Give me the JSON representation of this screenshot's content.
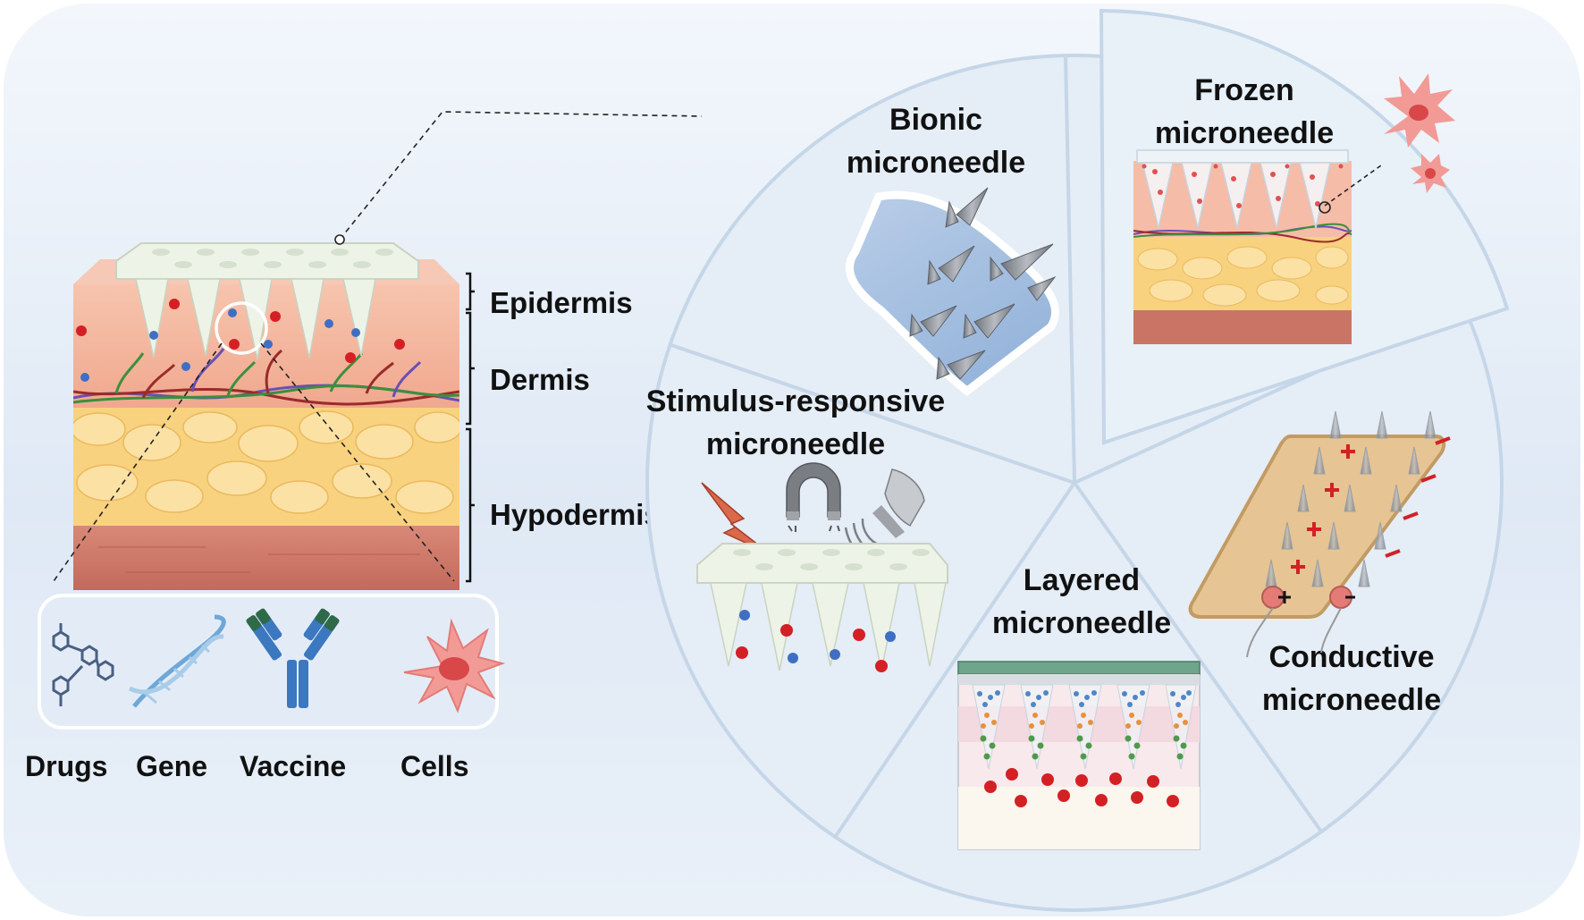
{
  "skin_layers": {
    "epidermis": "Epidermis",
    "dermis": "Dermis",
    "hypodermis": "Hypodermis"
  },
  "cargo": {
    "drugs": "Drugs",
    "gene": "Gene",
    "vaccine": "Vaccine",
    "cells": "Cells"
  },
  "sectors": {
    "bionic": {
      "line1": "Bionic",
      "line2": "microneedle"
    },
    "frozen": {
      "line1": "Frozen",
      "line2": "microneedle"
    },
    "stimulus": {
      "line1": "Stimulus-responsive",
      "line2": "microneedle"
    },
    "layered": {
      "line1": "Layered",
      "line2": "microneedle"
    },
    "conductive": {
      "line1": "Conductive",
      "line2": "microneedle"
    }
  },
  "colors": {
    "skin_epidermis": "#f2b8a2",
    "skin_fat": "#f8d27e",
    "skin_muscle": "#c97465",
    "patch": "#eef3e8",
    "red_particle": "#d42025",
    "blue_particle": "#3f6fc4",
    "panel_border": "#c5d6e8"
  },
  "icons": [
    "lightning-icon",
    "magnet-icon",
    "ultrasound-icon",
    "molecule-icon",
    "dna-icon",
    "antibody-icon",
    "cell-icon"
  ]
}
